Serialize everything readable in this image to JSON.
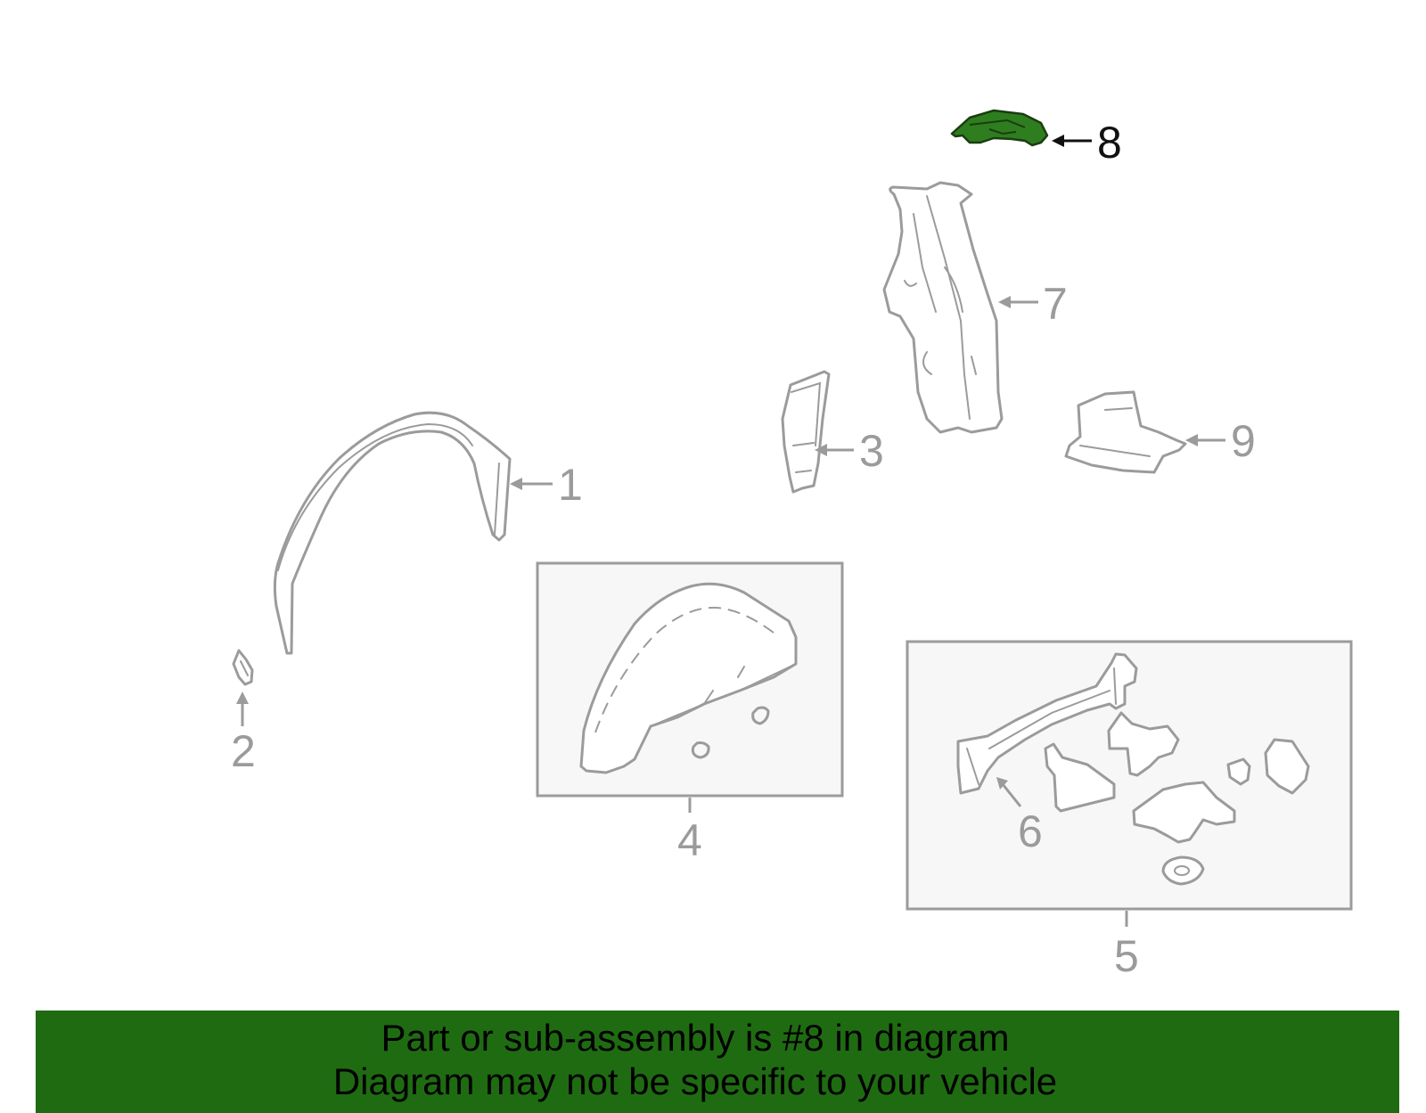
{
  "diagram": {
    "callouts": [
      {
        "id": "1",
        "label": "1"
      },
      {
        "id": "2",
        "label": "2"
      },
      {
        "id": "3",
        "label": "3"
      },
      {
        "id": "4",
        "label": "4"
      },
      {
        "id": "5",
        "label": "5"
      },
      {
        "id": "6",
        "label": "6"
      },
      {
        "id": "7",
        "label": "7"
      },
      {
        "id": "8",
        "label": "8"
      },
      {
        "id": "9",
        "label": "9"
      }
    ],
    "highlighted_part": "8",
    "colors": {
      "highlight_fill": "#2e7d1f",
      "banner_background": "#1f6b12",
      "line_art": "#9b9b9b"
    }
  },
  "banner": {
    "line1": "Part or sub-assembly is #8 in diagram",
    "line2": "Diagram may not be specific to your vehicle"
  }
}
